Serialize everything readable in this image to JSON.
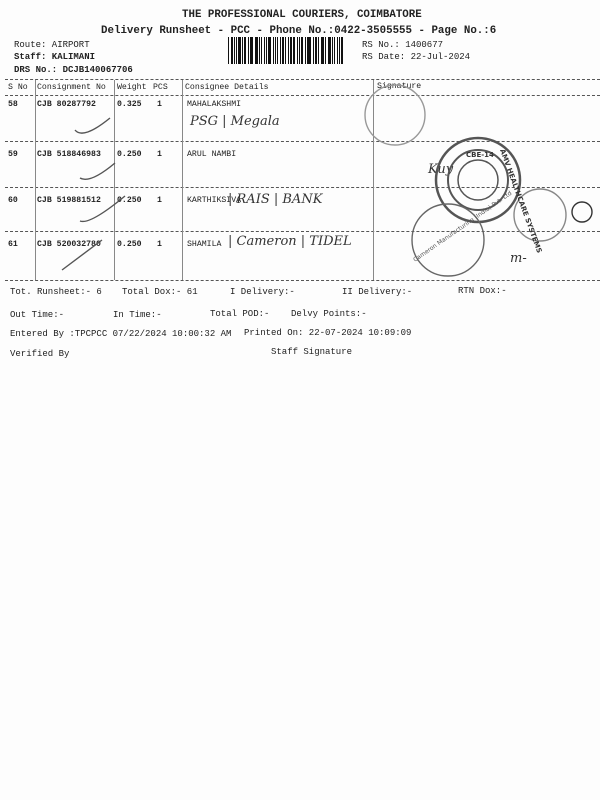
{
  "header": {
    "company": "THE PROFESSIONAL COURIERS, COIMBATORE",
    "subtitle": "Delivery Runsheet - PCC - Phone No.:0422-3505555 - Page No.:6",
    "route": "Route: AIRPORT",
    "staff": "Staff: KALIMANI",
    "drs_no": "DRS No.: DCJB140067706",
    "rs_no": "RS No.: 1400677",
    "rs_date": "RS Date: 22-Jul-2024"
  },
  "table": {
    "columns": [
      "S No",
      "Consignment No",
      "Weight",
      "PCS",
      "Consignee Details",
      "Signature"
    ],
    "rows": [
      {
        "sno": "58",
        "consignment": "CJB 80287792",
        "weight": "0.325",
        "pcs": "1",
        "consignee": "MAHALAKSHMI",
        "handwritten": "PSG | Megala"
      },
      {
        "sno": "59",
        "consignment": "CJB 518846983",
        "weight": "0.250",
        "pcs": "1",
        "consignee": "ARUL NAMBI",
        "handwritten": "Kuy"
      },
      {
        "sno": "60",
        "consignment": "CJB 519881512",
        "weight": "0.250",
        "pcs": "1",
        "consignee": "KARTHIKSIVA",
        "handwritten": "| RAIS | BANK"
      },
      {
        "sno": "61",
        "consignment": "CJB 520032780",
        "weight": "0.250",
        "pcs": "1",
        "consignee": "SHAMILA",
        "handwritten": "| Cameron | TIDEL"
      }
    ]
  },
  "stamps": {
    "amv": "AMV HEALTHCARE SYSTEMS",
    "amv_center": "CBE-14",
    "cameron": "Cameron Manufacturing (India) Pvt. Ltd",
    "signature_mark": "m-"
  },
  "footer": {
    "tot_runsheet": "Tot. Runsheet:- 6",
    "total_dox": "Total Dox:-   61",
    "i_delivery": "I Delivery:-",
    "ii_delivery": "II Delivery:-",
    "rtn_dox": "RTN Dox:-",
    "out_time": "Out Time:-",
    "in_time": "In Time:-",
    "total_pod": "Total POD:-",
    "delvy_points": "Delvy Points:-",
    "entered_by": "Entered By :TPCPCC 07/22/2024 10:00:32 AM",
    "printed_on": "Printed On: 22-07-2024 10:09:09",
    "verified_by": "Verified By",
    "staff_signature": "Staff Signature"
  }
}
